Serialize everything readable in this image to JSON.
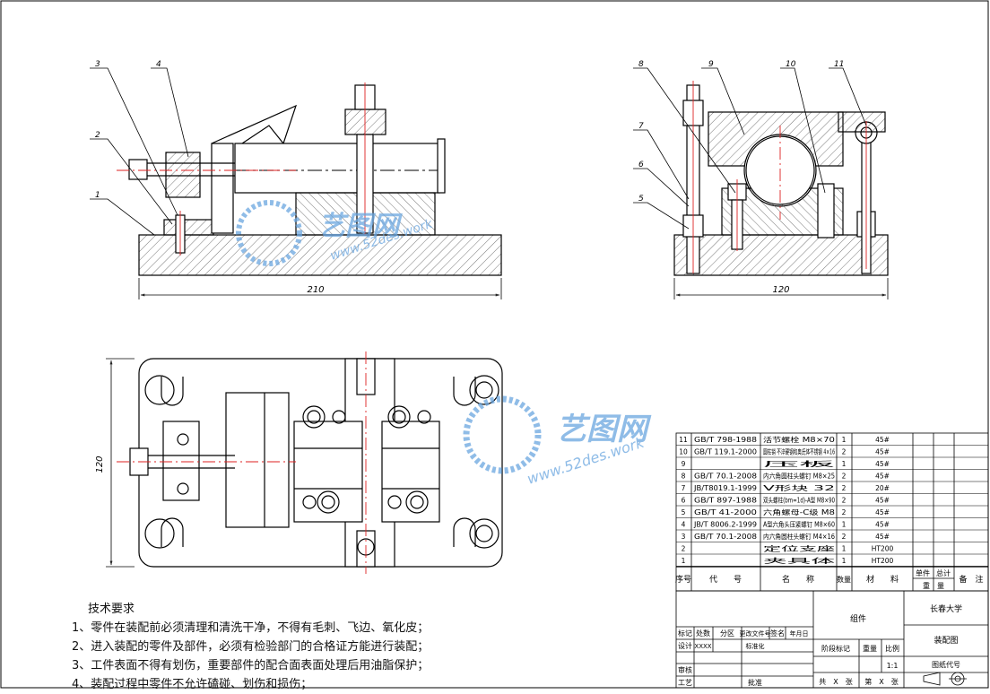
{
  "technical_requirements": {
    "title": "技术要求",
    "items": [
      "1、零件在装配前必须清理和清洗干净，不得有毛刺、飞边、氧化皮；",
      "2、进入装配的零件及部件，必须有检验部门的合格证方能进行装配；",
      "3、工件表面不得有划伤，重要部件的配合面表面处理后用油脂保护；",
      "4、装配过程中零件不允许磕碰、划伤和损伤；"
    ]
  },
  "dimensions": {
    "front_width": "210",
    "side_width": "120",
    "top_height": "120"
  },
  "balloons": [
    "1",
    "2",
    "3",
    "4",
    "5",
    "6",
    "7",
    "8",
    "9",
    "10",
    "11"
  ],
  "watermark": {
    "brand": "艺图网",
    "url": "www.52des.work"
  },
  "bom": {
    "rows": [
      {
        "no": "11",
        "code": "GB/T 798-1988",
        "name": "活节螺栓 M8×70",
        "qty": "1",
        "material": "45#"
      },
      {
        "no": "10",
        "code": "GB/T 119.1-2000",
        "name": "圆柱销 不淬硬钢和奥氏体不锈钢 4×16",
        "qty": "2",
        "material": "45#"
      },
      {
        "no": "9",
        "code": "",
        "name": "压板",
        "qty": "1",
        "material": "45#"
      },
      {
        "no": "8",
        "code": "GB/T 70.1-2008",
        "name": "内六角圆柱头螺钉 M8×25",
        "qty": "2",
        "material": "45#"
      },
      {
        "no": "7",
        "code": "JB/T8019.1-1999",
        "name": "V形块 32",
        "qty": "2",
        "material": "20#"
      },
      {
        "no": "6",
        "code": "GB/T 897-1988",
        "name": "双头螺柱(bm=1d)-A型 M8×90",
        "qty": "2",
        "material": "45#"
      },
      {
        "no": "5",
        "code": "GB/T 41-2000",
        "name": "六角螺母-C级 M8",
        "qty": "2",
        "material": "45#"
      },
      {
        "no": "4",
        "code": "JB/T 8006.2-1999",
        "name": "A型六角头压紧螺钉 M8×60",
        "qty": "1",
        "material": "45#"
      },
      {
        "no": "3",
        "code": "GB/T 70.1-2008",
        "name": "内六角圆柱头螺钉 M4×16",
        "qty": "2",
        "material": "45#"
      },
      {
        "no": "2",
        "code": "",
        "name": "定位支座",
        "qty": "1",
        "material": "HT200"
      },
      {
        "no": "1",
        "code": "",
        "name": "夹具体",
        "qty": "1",
        "material": "HT200"
      }
    ],
    "header": {
      "no": "序号",
      "code": "代　　号",
      "name": "名　　称",
      "qty": "数量",
      "material": "材　　料",
      "single": "单件",
      "total": "总计",
      "weight": "重　量",
      "remark": "备　注"
    }
  },
  "title_block": {
    "school": "长春大学",
    "group": "组件",
    "drawing_name": "装配图",
    "drawing_code": "图纸代号",
    "mark": "标记",
    "count": "处数",
    "partition": "分区",
    "change_doc": "更改文件号",
    "sign": "签名",
    "date": "年月日",
    "design": "设计",
    "designer": "XXXX",
    "standard": "标准化",
    "stage": "阶段标记",
    "weight": "重量",
    "scale_label": "比例",
    "scale": "1:1",
    "check": "审核",
    "process": "工艺",
    "approve": "批准",
    "total_sheets": "共　X　张",
    "sheet_no": "第　X　张"
  }
}
